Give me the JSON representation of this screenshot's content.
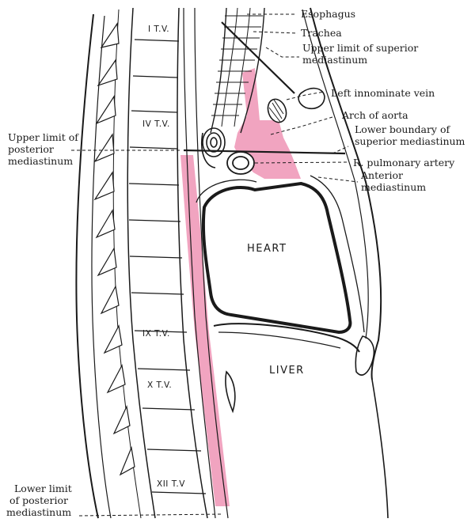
{
  "labels": {
    "esophagus": "Esophagus",
    "trachea": "Trachea",
    "upper_limit_superior_1": "Upper limit of superior",
    "upper_limit_superior_2": "mediastinum",
    "left_innominate_vein": "Left innominate vein",
    "arch_of_aorta": "Arch of aorta",
    "lower_boundary_1": "Lower boundary of",
    "lower_boundary_2": "superior mediastinum",
    "upper_limit_posterior_1": "Upper limit of",
    "upper_limit_posterior_2": "posterior",
    "upper_limit_posterior_3": "mediastinum",
    "r_pulmonary_artery": "R. pulmonary artery",
    "anterior_mediastinum_1": "Anterior",
    "anterior_mediastinum_2": "mediastinum",
    "lower_limit_posterior_1": "Lower limit",
    "lower_limit_posterior_2": "of posterior",
    "lower_limit_posterior_3": "mediastinum"
  },
  "organs": {
    "heart": "HEART",
    "liver": "LIVER"
  },
  "vertebrae": {
    "t1": "I T.V.",
    "t4": "IV T.V.",
    "t9": "IX T.V.",
    "t10": "X T.V.",
    "t12": "XII T.V"
  },
  "colors": {
    "mediastinum_highlight": "#f1a4c0",
    "ink": "#1a1a1a",
    "background": "#ffffff"
  }
}
